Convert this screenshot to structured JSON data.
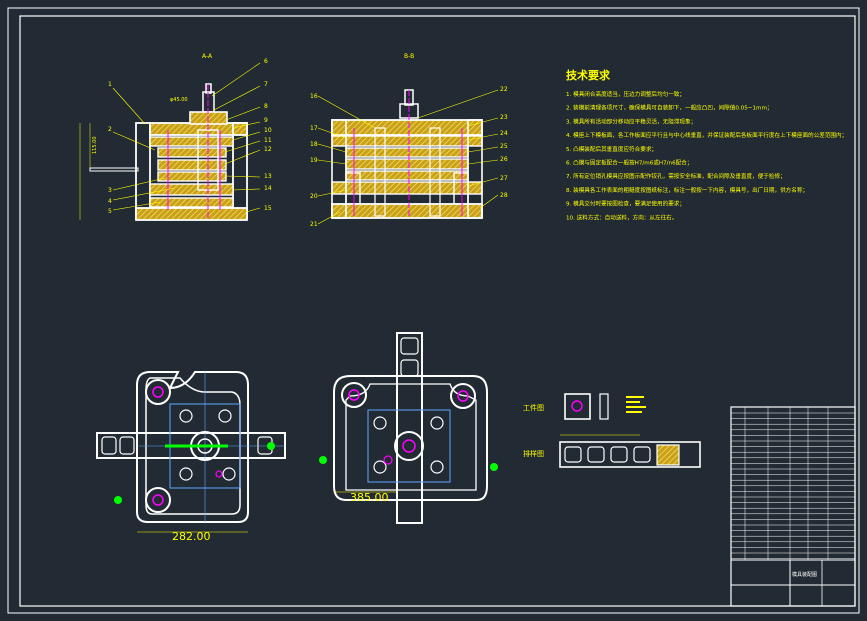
{
  "drawing": {
    "section_a_label": "A-A",
    "section_b_label": "B-B",
    "tech_title": "技术要求",
    "tech_requirements": [
      "1. 模具闭合高度适当，压边力调整后均匀一致；",
      "2. 装模前清理各项尺寸，确保模具可自装卸下，一般应凸凹，间隙值0.05~1mm；",
      "3. 模具所有活动部分移动应平稳灵活，无阻滞现象；",
      "4. 模座上下模板面，各工作板面应平行且与中心线垂直，并保证装配后各板面平行度在上下模座面的公差范围内；",
      "5. 凸模装配后其垂直度应符合要求；",
      "6. 凸模与固定板配合一般按H7/m6或H7/n6配合；",
      "7. 所有定位销孔模具应按图示配作铰孔，需按安全标准，配合间隙及垂直度，便于检修；",
      "8. 装模具各工作表面的粗糙度按图纸标注，标注一般按一下内容，模具号，出厂日期，供方名称；",
      "9. 模具交付时要按图检查，要满足使用的要求；",
      "10. 送料方式：自动送料，方向：从左往右。"
    ],
    "left_labels": [
      "1",
      "2",
      "3",
      "4",
      "5"
    ],
    "right_labels_a": [
      "6",
      "7",
      "8",
      "9",
      "10",
      "11",
      "12",
      "13",
      "14",
      "15"
    ],
    "left_labels_b": [
      "16",
      "17",
      "18",
      "19",
      "20",
      "21"
    ],
    "right_labels_b": [
      "22",
      "23",
      "24",
      "25",
      "26",
      "27",
      "28"
    ],
    "top_dim": "φ45.00",
    "dim_left": "115.00",
    "dim_plan_left": "282.00",
    "dim_plan_right": "385.00",
    "part_label": "工件图",
    "strip_label": "排样图",
    "title_block_name": "模具装配图"
  },
  "colors": {
    "background": "#222b33",
    "lines": "#ffffff",
    "section_fill": "#e5b81f",
    "text": "#ffff00",
    "magenta": "#ff00ff",
    "green": "#00ff00",
    "cyan": "#5fa8ff"
  }
}
